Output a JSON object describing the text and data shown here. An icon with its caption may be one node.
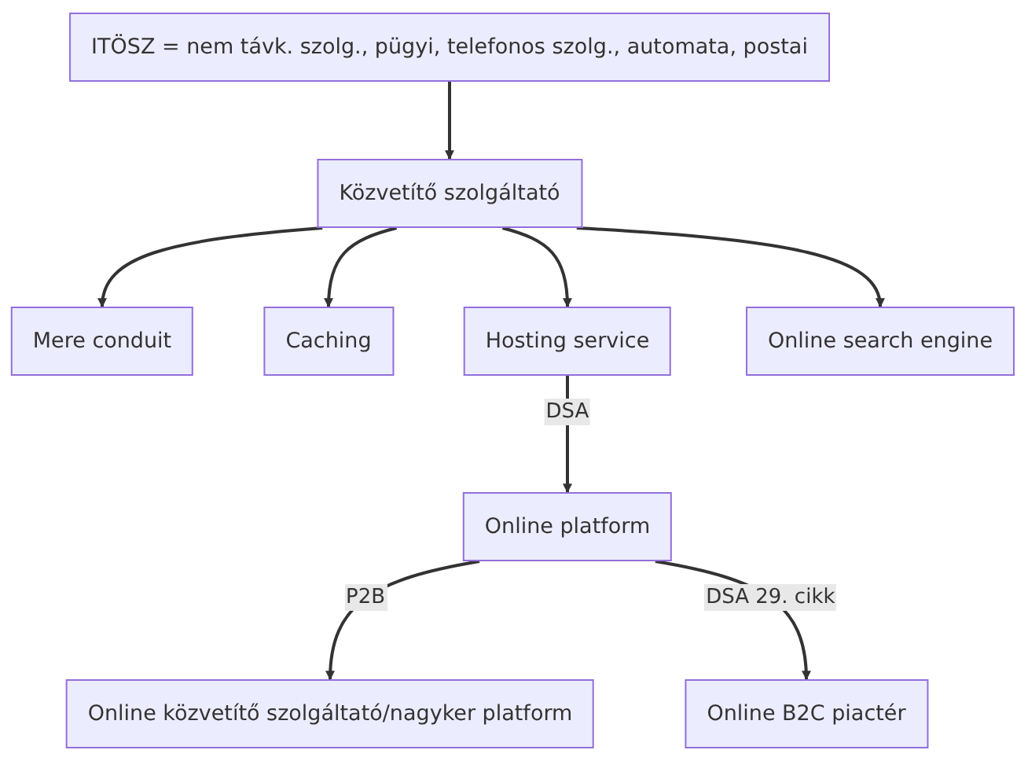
{
  "diagram": {
    "nodes": [
      {
        "text": [
          "ITÖSZ = nem távk. szolg., pügyi, telefonos szolg., automata, postai"
        ]
      },
      {
        "text": [
          "Közvetítő szolgáltató"
        ]
      },
      {
        "text": [
          "Mere conduit"
        ]
      },
      {
        "text": [
          "Caching"
        ]
      },
      {
        "text": [
          "Hosting service"
        ]
      },
      {
        "text": [
          "Online search engine"
        ]
      },
      {
        "text": [
          "Online platform"
        ]
      },
      {
        "text": [
          "Online közvetítő szolgáltató/nagyker platform"
        ]
      },
      {
        "text": [
          "Online B2C piactér"
        ]
      }
    ],
    "edges": [
      {
        "from": 0,
        "to": 1,
        "arrow": "to"
      },
      {
        "from": 1,
        "to": 2,
        "arrow": "to"
      },
      {
        "from": 1,
        "to": 3,
        "arrow": "to"
      },
      {
        "from": 1,
        "to": 4,
        "arrow": "to"
      },
      {
        "from": 1,
        "to": 5,
        "arrow": "to"
      },
      {
        "from": 4,
        "to": 6,
        "arrow": "to",
        "label": "DSA"
      },
      {
        "from": 6,
        "to": 7,
        "arrow": "to",
        "label": "P2B"
      },
      {
        "from": 6,
        "to": 8,
        "arrow": "to",
        "label": "DSA 29. cikk"
      }
    ]
  }
}
